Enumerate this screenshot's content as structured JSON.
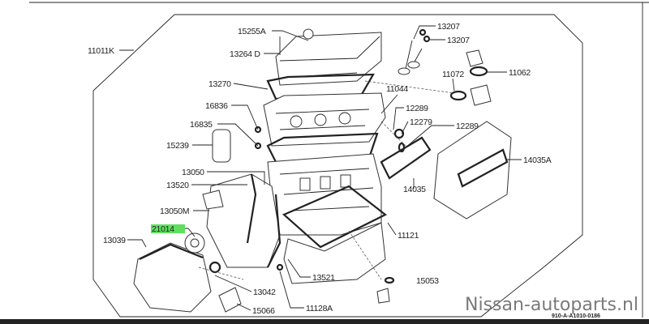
{
  "diagram": {
    "labels": {
      "p11011K": "11011K",
      "p15255A": "15255A",
      "p13264D": "13264 D",
      "p13270": "13270",
      "p16836": "16836",
      "p16835": "16835",
      "p15239": "15239",
      "p13050": "13050",
      "p13520": "13520",
      "p13050M": "13050M",
      "p21014": "21014",
      "p13039": "13039",
      "p13042": "13042",
      "p15066": "15066",
      "p11128A": "11128A",
      "p13521": "13521",
      "p15053": "15053",
      "p11121": "11121",
      "p14035": "14035",
      "p14035A": "14035A",
      "p12289a": "12289",
      "p12279": "12279",
      "p12289b": "12289",
      "p11044": "11044",
      "p11072": "11072",
      "p11062": "11062",
      "p13207a": "13207",
      "p13207b": "13207"
    },
    "highlight_color": "#5ee05e",
    "watermark": "Nissan-autoparts.nl",
    "figure_code": "910-A-A1010-0186"
  }
}
